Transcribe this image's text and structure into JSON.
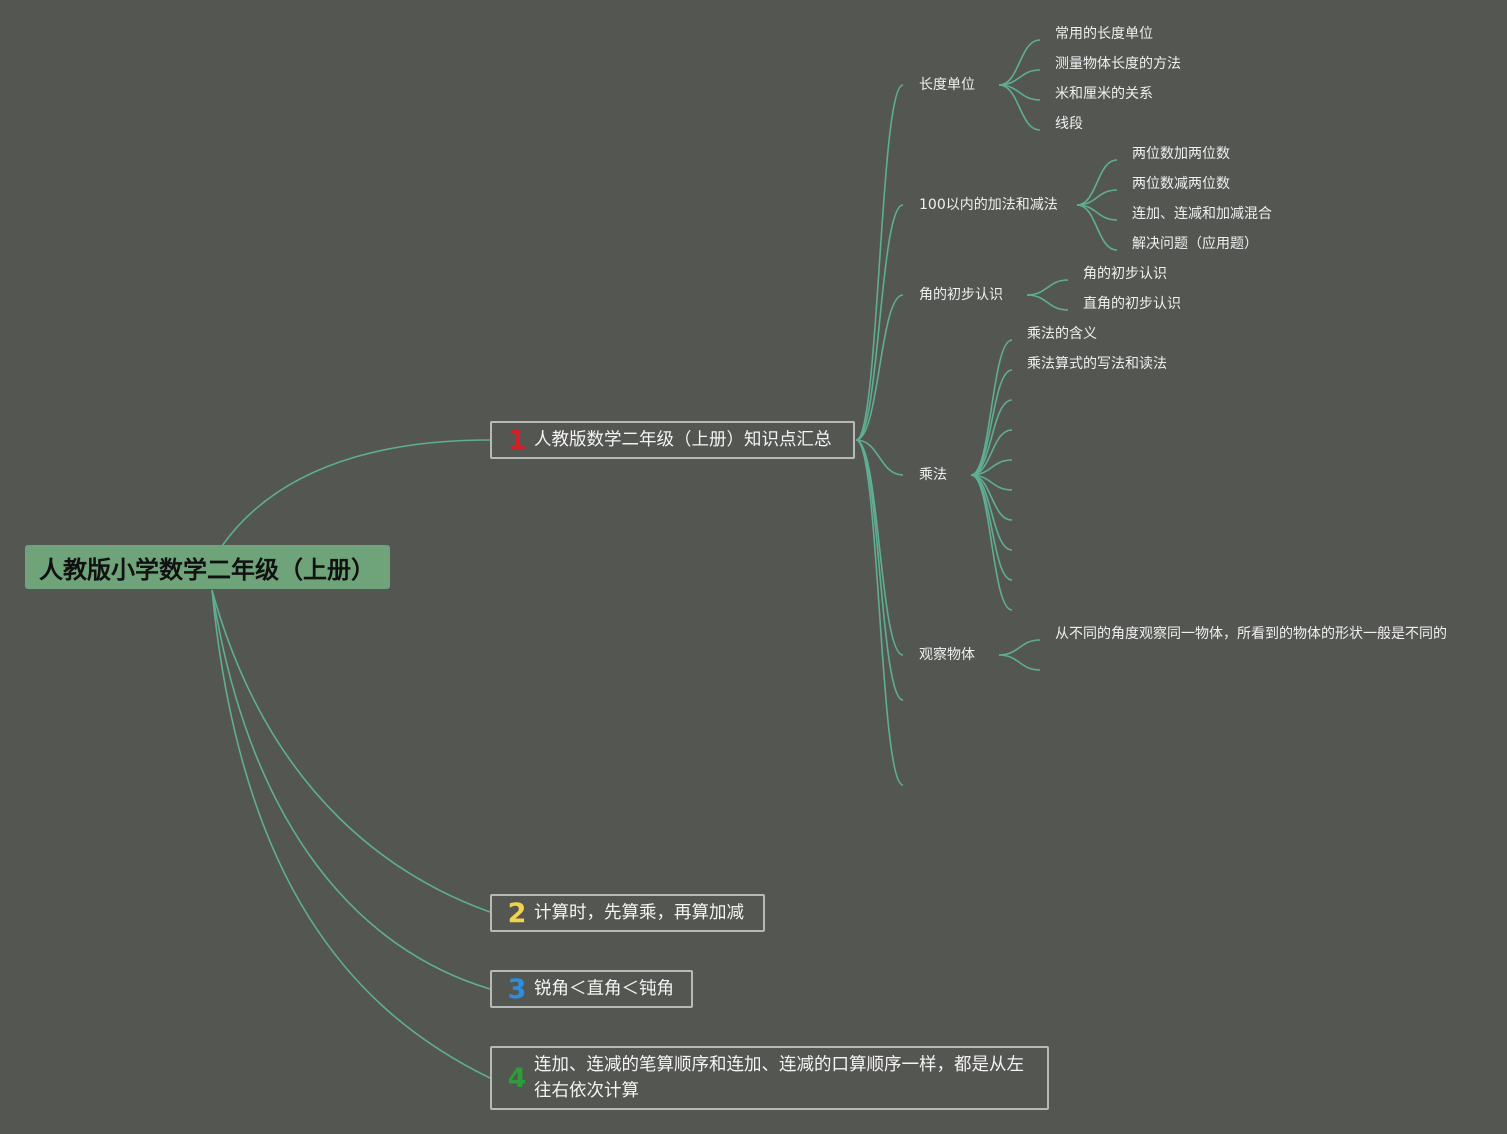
{
  "root": {
    "label": "人教版小学数学二年级（上册）"
  },
  "branches": [
    {
      "num": "1",
      "num_color": "#d51f26",
      "label": "人教版数学二年级（上册）知识点汇总"
    },
    {
      "num": "2",
      "num_color": "#f3d14a",
      "label": "计算时，先算乘，再算加减"
    },
    {
      "num": "3",
      "num_color": "#2a8fe0",
      "label": "锐角＜直角＜钝角"
    },
    {
      "num": "4",
      "num_color": "#2e9c3a",
      "label": "连加、连减的笔算顺序和连加、连减的口算顺序一样，都是从左往右依次计算"
    }
  ],
  "topics": [
    {
      "label": "长度单位",
      "children": [
        "常用的长度单位",
        "测量物体长度的方法",
        "米和厘米的关系",
        "线段"
      ]
    },
    {
      "label": "100以内的加法和减法",
      "children": [
        "两位数加两位数",
        "两位数减两位数",
        "连加、连减和加减混合",
        "解决问题（应用题）"
      ]
    },
    {
      "label": "角的初步认识",
      "children": [
        "角的初步认识",
        "直角的初步认识"
      ]
    },
    {
      "label": "乘法",
      "children": [
        "乘法的含义",
        "乘法算式的写法和读法",
        "",
        "",
        "",
        "",
        "",
        "",
        "",
        ""
      ]
    },
    {
      "label": "观察物体",
      "children": [
        "从不同的角度观察同一物体，所看到的物体的形状一般是不同的",
        ""
      ]
    },
    {
      "label": "",
      "children": []
    },
    {
      "label": "",
      "children": []
    }
  ],
  "colors": {
    "background": "#545652",
    "connector": "#5fae93",
    "root_fill": "#6fa47b",
    "box_border": "#b7b9b6"
  }
}
